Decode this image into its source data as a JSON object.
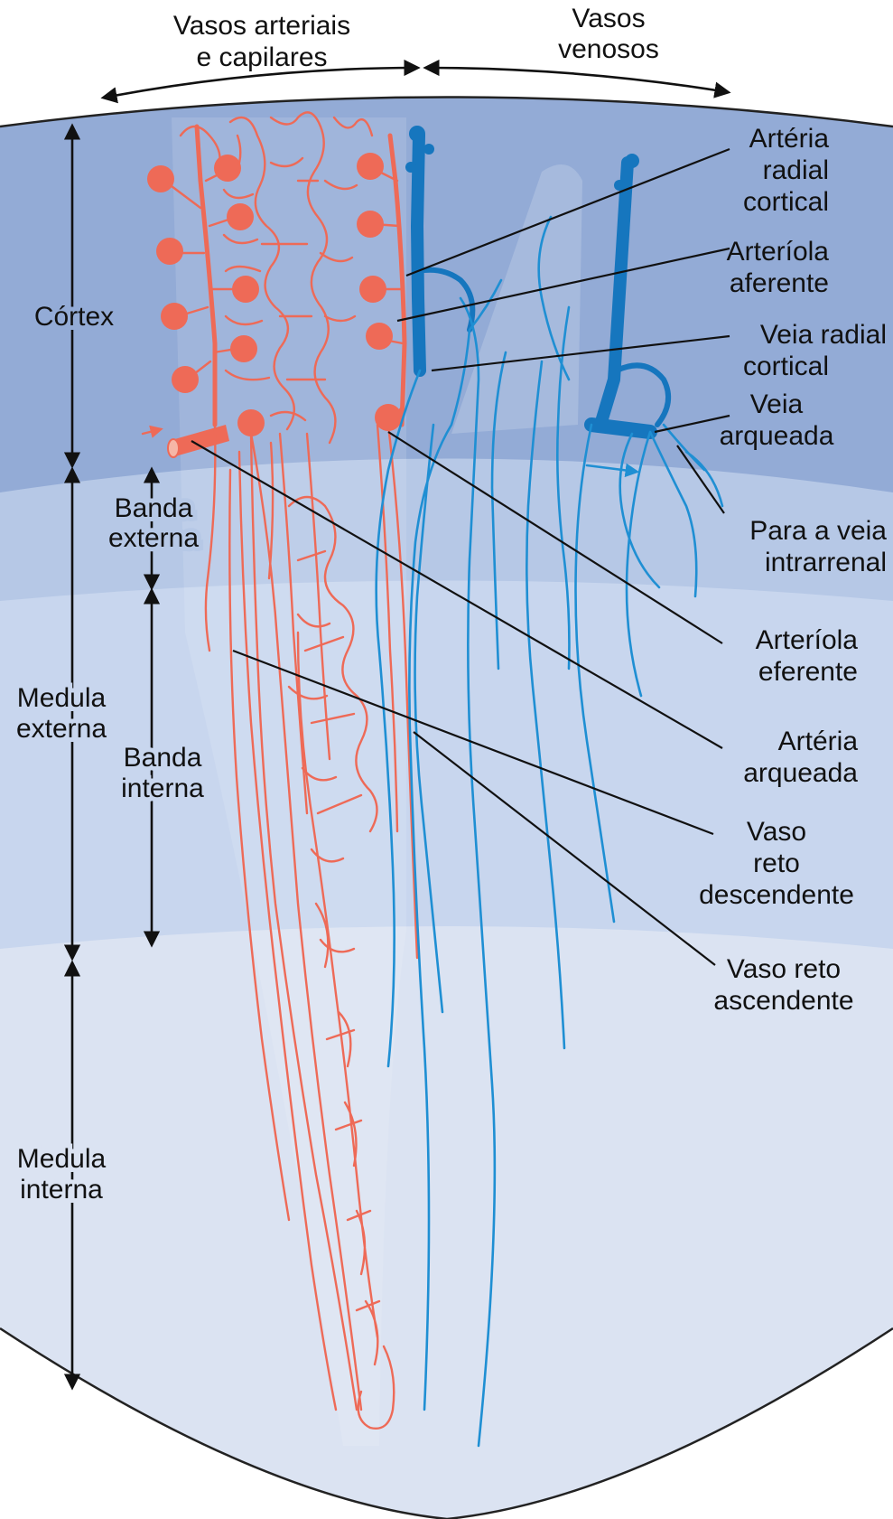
{
  "header": {
    "arterial_line1": "Vasos arteriais",
    "arterial_line2": "e capilares",
    "venous_line1": "Vasos",
    "venous_line2": "venosos"
  },
  "regions": {
    "cortex": "Córtex",
    "banda_externa_1": "Banda",
    "banda_externa_2": "externa",
    "medula_externa_1": "Medula",
    "medula_externa_2": "externa",
    "banda_interna_1": "Banda",
    "banda_interna_2": "interna",
    "medula_interna_1": "Medula",
    "medula_interna_2": "interna"
  },
  "labels": {
    "arteria_radial": [
      "Artéria",
      "radial",
      "cortical"
    ],
    "arteriola_aferente": [
      "Arteríola",
      "aferente"
    ],
    "veia_radial": [
      "Veia radial",
      "cortical"
    ],
    "veia_arqueada": [
      "Veia",
      "arqueada"
    ],
    "para_veia": [
      "Para a veia",
      "intrarrenal"
    ],
    "arteriola_eferente": [
      "Arteríola",
      "eferente"
    ],
    "arteria_arqueada": [
      "Artéria",
      "arqueada"
    ],
    "vaso_reto_desc": [
      "Vaso",
      "reto",
      "descendente"
    ],
    "vaso_reto_asc": [
      "Vaso reto",
      "ascendente"
    ]
  },
  "colors": {
    "artery": "#ee6a57",
    "vein": "#1676be",
    "vein_light": "#1f8fd3",
    "cortex_zone": "#93abd6",
    "outer_band_zone": "#b6c8e6",
    "inner_band_zone": "#c8d6ee",
    "inner_medulla_zone": "#dbe3f2"
  }
}
